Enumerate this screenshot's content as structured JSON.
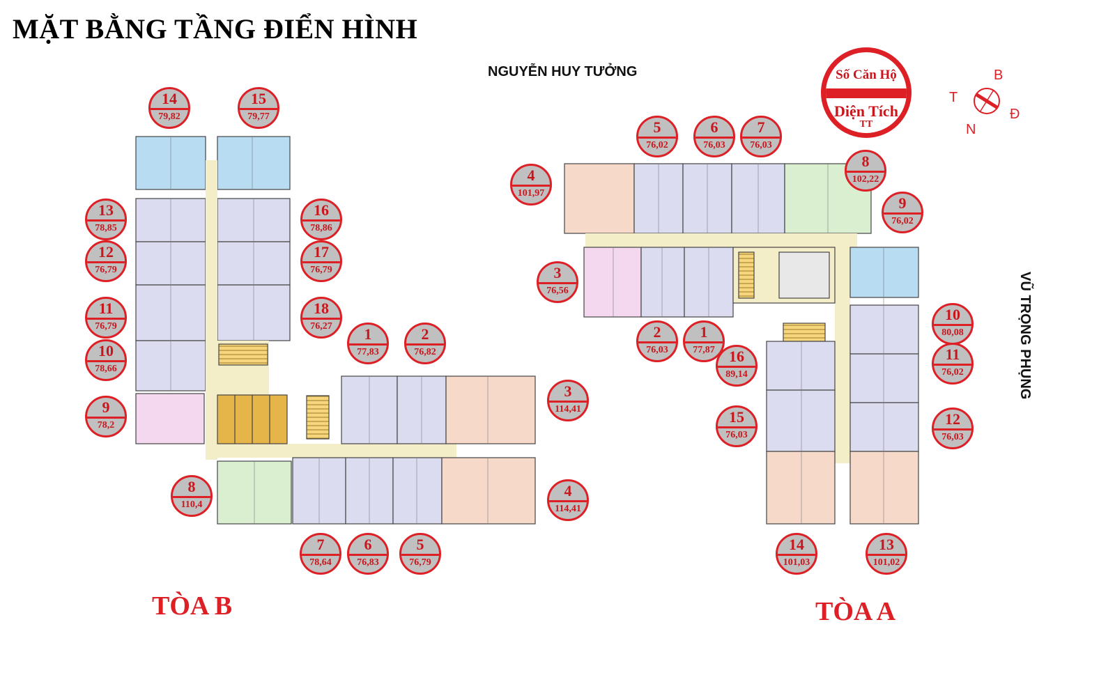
{
  "title": "MẶT BẰNG TẦNG ĐIỂN HÌNH",
  "streets": {
    "top": "NGUYỄN HUY TƯỞNG",
    "right": "VŨ TRỌNG PHỤNG"
  },
  "legend": {
    "line1": "Số Căn Hộ",
    "line2": "Diện Tích",
    "line3": "TT"
  },
  "compass": {
    "north": "B",
    "east": "Đ",
    "south": "N",
    "west": "T"
  },
  "towers": {
    "b": {
      "name": "TÒA B",
      "units": [
        {
          "no": "1",
          "area": "77,83"
        },
        {
          "no": "2",
          "area": "76,82"
        },
        {
          "no": "3",
          "area": "114,41"
        },
        {
          "no": "4",
          "area": "114,41"
        },
        {
          "no": "5",
          "area": "76,79"
        },
        {
          "no": "6",
          "area": "76,83"
        },
        {
          "no": "7",
          "area": "78,64"
        },
        {
          "no": "8",
          "area": "110,4"
        },
        {
          "no": "9",
          "area": "78,2"
        },
        {
          "no": "10",
          "area": "78,66"
        },
        {
          "no": "11",
          "area": "76,79"
        },
        {
          "no": "12",
          "area": "76,79"
        },
        {
          "no": "13",
          "area": "78,85"
        },
        {
          "no": "14",
          "area": "79,82"
        },
        {
          "no": "15",
          "area": "79,77"
        },
        {
          "no": "16",
          "area": "78,86"
        },
        {
          "no": "17",
          "area": "76,79"
        },
        {
          "no": "18",
          "area": "76,27"
        }
      ]
    },
    "a": {
      "name": "TÒA A",
      "units": [
        {
          "no": "1",
          "area": "77,87"
        },
        {
          "no": "2",
          "area": "76,03"
        },
        {
          "no": "3",
          "area": "76,56"
        },
        {
          "no": "4",
          "area": "101,97"
        },
        {
          "no": "5",
          "area": "76,02"
        },
        {
          "no": "6",
          "area": "76,03"
        },
        {
          "no": "7",
          "area": "76,03"
        },
        {
          "no": "8",
          "area": "102,22"
        },
        {
          "no": "9",
          "area": "76,02"
        },
        {
          "no": "10",
          "area": "80,08"
        },
        {
          "no": "11",
          "area": "76,02"
        },
        {
          "no": "12",
          "area": "76,03"
        },
        {
          "no": "13",
          "area": "101,02"
        },
        {
          "no": "14",
          "area": "101,03"
        },
        {
          "no": "15",
          "area": "76,03"
        },
        {
          "no": "16",
          "area": "89,14"
        }
      ]
    }
  },
  "colors": {
    "accent": "#dd1f26",
    "badge_fill": "#c0c0c0",
    "corridor": "#f3edc8",
    "core": "#e6b54a",
    "unit_lavender": "#dcdcf0",
    "unit_blue": "#b8dcf2",
    "unit_peach": "#f6d9c8",
    "unit_green": "#d9efd0",
    "unit_pink": "#f3d8f0"
  }
}
